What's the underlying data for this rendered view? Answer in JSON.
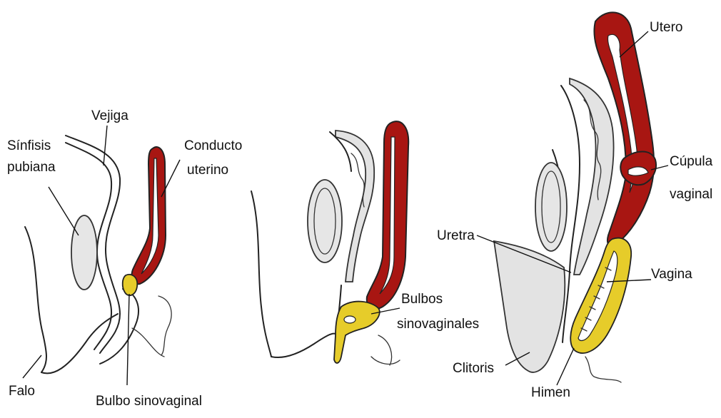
{
  "colors": {
    "uterine": "#a81612",
    "sinovaginal": "#e6cc2a",
    "tissue": "#e3e3e3",
    "outline": "#222222"
  },
  "stage1": {
    "labels": {
      "vejiga": "Vejiga",
      "sinfisis_line1": "Sínfisis",
      "sinfisis_line2": "pubiana",
      "conducto_line1": "Conducto",
      "conducto_line2": "uterino",
      "falo": "Falo",
      "bulbo": "Bulbo sinovaginal"
    }
  },
  "stage2": {
    "labels": {
      "bulbos_line1": "Bulbos",
      "bulbos_line2": "sinovaginales"
    }
  },
  "stage3": {
    "labels": {
      "utero": "Utero",
      "cupula_line1": "Cúpula",
      "cupula_line2": "vaginal",
      "uretra": "Uretra",
      "vagina": "Vagina",
      "clitoris": "Clitoris",
      "himen": "Himen"
    }
  }
}
